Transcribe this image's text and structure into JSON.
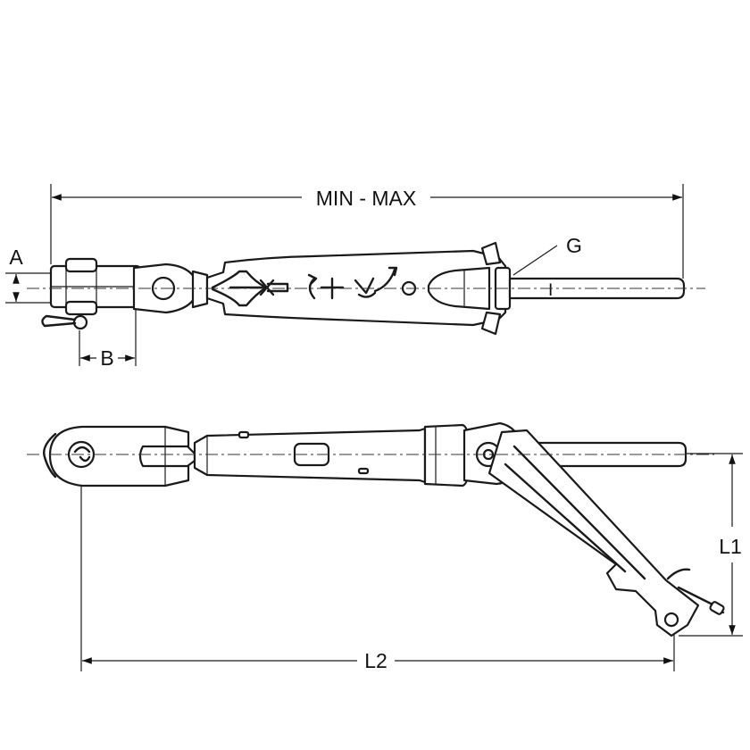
{
  "labels": {
    "min_max": "MIN - MAX",
    "a": "A",
    "b": "B",
    "g": "G",
    "l1": "L1",
    "l2": "L2",
    "rod_mark": "I"
  },
  "colors": {
    "line": "#1a1a1a",
    "background": "#ffffff"
  }
}
